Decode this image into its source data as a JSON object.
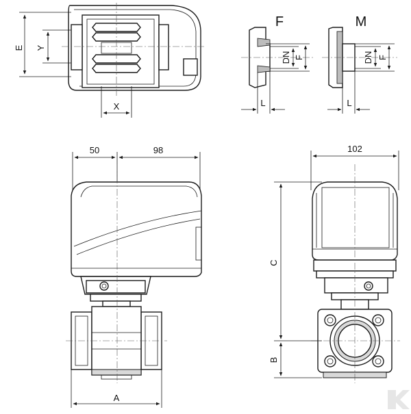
{
  "labels": {
    "dim_E": "E",
    "dim_Y": "Y",
    "dim_X": "X",
    "detail_F": "F",
    "detail_M": "M",
    "f_dn": "DN",
    "f_f": "F",
    "f_l": "L",
    "m_dn": "DN",
    "m_f": "F",
    "m_l": "L",
    "dim_50": "50",
    "dim_98": "98",
    "dim_102": "102",
    "dim_C": "C",
    "dim_B": "B",
    "dim_A": "A"
  },
  "logo": {
    "text": "K",
    "color": "#e8e8e8"
  }
}
